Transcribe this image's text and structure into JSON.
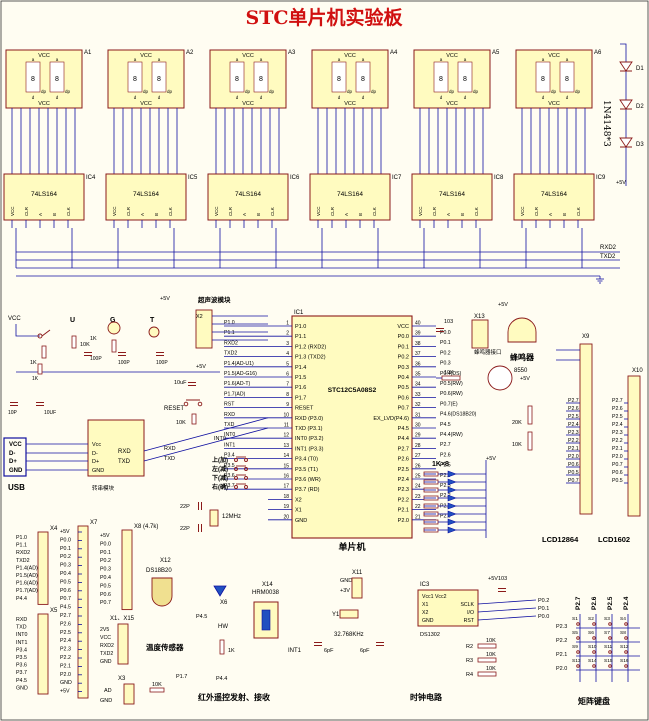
{
  "title": "STC单片机实验板",
  "colors": {
    "title": "#d01010",
    "wire": "#1010a0",
    "part": "#8b1a1a",
    "fill": "#fffbc0",
    "label": "#000000",
    "red": "#cc0000"
  },
  "displays": [
    {
      "ref": "A1",
      "driver": "IC4"
    },
    {
      "ref": "A2",
      "driver": "IC5"
    },
    {
      "ref": "A3",
      "driver": "IC6"
    },
    {
      "ref": "A4",
      "driver": "IC7"
    },
    {
      "ref": "A5",
      "driver": "IC8"
    },
    {
      "ref": "A6",
      "driver": "IC9"
    }
  ],
  "display_pins": {
    "vcc": "VCC",
    "a": "a",
    "b": "b",
    "c": "c",
    "d": "d",
    "dp": "dp",
    "digit": "8"
  },
  "driver_chip": "74LS164",
  "driver_pins": [
    "VCC",
    "CLR",
    "A",
    "B",
    "CLK"
  ],
  "diodes": {
    "part": "1N4148*3",
    "refs": [
      "D1",
      "D2",
      "D3"
    ],
    "supply": "+5V"
  },
  "bus": {
    "rxd": "RXD2",
    "txd": "TXD2"
  },
  "mcu": {
    "ref": "IC1",
    "name": "STC12C5A08S2",
    "caption": "单片机",
    "left_pins": [
      {
        "n": "1",
        "l": "P1.0"
      },
      {
        "n": "2",
        "l": "P1.1"
      },
      {
        "n": "3",
        "l": "P1.2 (RXD2)"
      },
      {
        "n": "4",
        "l": "P1.3 (TXD2)"
      },
      {
        "n": "5",
        "l": "P1.4"
      },
      {
        "n": "6",
        "l": "P1.5"
      },
      {
        "n": "7",
        "l": "P1.6"
      },
      {
        "n": "8",
        "l": "P1.7"
      },
      {
        "n": "9",
        "l": "RESET"
      },
      {
        "n": "10",
        "l": "RXD (P3.0)"
      },
      {
        "n": "11",
        "l": "TXD (P3.1)"
      },
      {
        "n": "12",
        "l": "INT0 (P3.2)"
      },
      {
        "n": "13",
        "l": "INT1 (P3.3)"
      },
      {
        "n": "14",
        "l": "P3.4 (T0)"
      },
      {
        "n": "15",
        "l": "P3.5 (T1)"
      },
      {
        "n": "16",
        "l": "P3.6 (WR)"
      },
      {
        "n": "17",
        "l": "P3.7 (RD)"
      },
      {
        "n": "18",
        "l": "X2"
      },
      {
        "n": "19",
        "l": "X1"
      },
      {
        "n": "20",
        "l": "GND"
      }
    ],
    "right_pins": [
      {
        "n": "40",
        "l": "VCC"
      },
      {
        "n": "39",
        "l": "P0.0"
      },
      {
        "n": "38",
        "l": "P0.1"
      },
      {
        "n": "37",
        "l": "P0.2"
      },
      {
        "n": "36",
        "l": "P0.3"
      },
      {
        "n": "35",
        "l": "P0.4"
      },
      {
        "n": "34",
        "l": "P0.5"
      },
      {
        "n": "33",
        "l": "P0.6"
      },
      {
        "n": "32",
        "l": "P0.7"
      },
      {
        "n": "31",
        "l": "EX_LVD(P4.6)"
      },
      {
        "n": "30",
        "l": "P4.5"
      },
      {
        "n": "29",
        "l": "P4.4"
      },
      {
        "n": "28",
        "l": "P2.7"
      },
      {
        "n": "27",
        "l": "P2.6"
      },
      {
        "n": "26",
        "l": "P2.5"
      },
      {
        "n": "25",
        "l": "P2.4"
      },
      {
        "n": "24",
        "l": "P2.3"
      },
      {
        "n": "23",
        "l": "P2.2"
      },
      {
        "n": "22",
        "l": "P2.1"
      },
      {
        "n": "21",
        "l": "P2.0"
      }
    ]
  },
  "left_nets": [
    "P1.0",
    "P1.1",
    "RXD2",
    "TXD2",
    "P1.4(AD-U1)",
    "P1.5(AD-G16)",
    "P1.6(AD-T)",
    "P1.7(AD)",
    "RST",
    "RXD",
    "TXD",
    "INT0",
    "INT1",
    "P3.4",
    "P3.5",
    "P3.6",
    "P3.7"
  ],
  "right_nets": [
    "P0.0",
    "P0.1",
    "P0.2",
    "P0.3",
    "P0.4(DS)",
    "P0.5(RW)",
    "P0.6(RW)",
    "P0.7(E)",
    "P4.6(DS18B20)",
    "P4.5",
    "P4.4(RW)",
    "P2.7",
    "P2.6",
    "P2.5",
    "P2.4",
    "P2.3",
    "P2.2",
    "P2.1",
    "P2.0"
  ],
  "ultrasonic": {
    "label": "超声波模块",
    "ref": "X2",
    "vcc": "+5V"
  },
  "sensors": {
    "vcc": "VCC",
    "u": "U",
    "g": "G",
    "t": "T",
    "r1": "1K",
    "r2": "10K",
    "r3": "1K",
    "c1": "100P",
    "c2": "100P",
    "c3": "100P"
  },
  "usb": {
    "label": "USB",
    "vcc": "VCC",
    "dm": "D-",
    "dp": "D+",
    "gnd": "GND",
    "module": "转串模块",
    "mvcc": "Vcc",
    "mdm": "D-",
    "mdp": "D+",
    "mgnd": "GND",
    "rxd": "RXD",
    "txd": "TXD",
    "c1": "10P",
    "c2": "10UF",
    "r": "1K"
  },
  "reset": {
    "label": "RESET",
    "c": "10uF",
    "r": "10K",
    "vcc": "+5V"
  },
  "int_button": "INT0",
  "keys": [
    "上(加)",
    "左(减)",
    "下(减)",
    "右(确)"
  ],
  "crystal": {
    "label": "12MHz",
    "c1": "22P",
    "c2": "22P"
  },
  "x13": {
    "ref": "X13",
    "vcc": "+5V",
    "c": "103",
    "buzzer_label": "蜂鸣器接口",
    "buzzer_caption": "蜂鸣器",
    "transistor": "8550",
    "r": "10K"
  },
  "pot": {
    "r1": "20K",
    "r2": "10K",
    "vcc": "+5V"
  },
  "led_bar": {
    "label": "1K×8",
    "vcc": "+5V"
  },
  "lcd12864": {
    "ref": "X9",
    "caption": "LCD12864",
    "pins": [
      "P2.7",
      "P2.6",
      "P2.5",
      "P2.4",
      "P2.3",
      "P2.2",
      "P2.1",
      "P2.0",
      "P0.6",
      "P0.5",
      "P0.7"
    ]
  },
  "lcd1602": {
    "ref": "X10",
    "caption": "LCD1602",
    "pins": [
      "P2.7",
      "P2.6",
      "P2.5",
      "P2.4",
      "P2.3",
      "P2.2",
      "P2.1",
      "P2.0",
      "P0.7",
      "P0.6",
      "P0.5"
    ]
  },
  "x4": {
    "ref": "X4",
    "pins": [
      "P1.0",
      "P1.1",
      "RXD2",
      "TXD2",
      "P1.4(AD)",
      "P1.5(AD)",
      "P1.6(AD)",
      "P1.7(AD)",
      "P4.4"
    ]
  },
  "x5": {
    "ref": "X5",
    "pins": [
      "RXD",
      "TXD",
      "INT0",
      "INT1",
      "P3.4",
      "P3.5",
      "P3.6",
      "P3.7",
      "P4.5",
      "GND"
    ]
  },
  "x7": {
    "ref": "X7",
    "pins": [
      "+5V",
      "P0.0",
      "P0.1",
      "P0.2",
      "P0.3",
      "P0.4",
      "P0.5",
      "P0.6",
      "P0.7",
      "P4.5",
      "P2.7",
      "P2.6",
      "P2.5",
      "P2.4",
      "P2.3",
      "P2.2",
      "P2.1",
      "P2.0",
      "GND",
      "+5V"
    ]
  },
  "x8": {
    "ref": "X8 (4.7k)",
    "pins": [
      "+5V",
      "P0.0",
      "P0.1",
      "P0.2",
      "P0.3",
      "P0.4",
      "P0.5",
      "P0.6",
      "P0.7"
    ]
  },
  "x12": {
    "ref": "X12",
    "part": "DS18B20",
    "caption": "温度传感器",
    "net": "P4.5"
  },
  "x1x15": {
    "ref": "X1、X15",
    "pins": [
      "2V5",
      "VCC",
      "RXD2",
      "TXD2",
      "GND"
    ]
  },
  "x3": {
    "ref": "X3",
    "pins": [
      "AD",
      "GND"
    ],
    "r": "10K",
    "net": "P1.7"
  },
  "ir": {
    "led": "X6",
    "led_caption": "HW",
    "receiver": "X14",
    "part": "HRM0038",
    "r": "1K",
    "net": "P4.4",
    "int": "INT1",
    "caption": "红外遥控发射、接收"
  },
  "clock": {
    "ref": "IC3",
    "part": "DS1302",
    "caption": "时钟电路",
    "xtal_ref": "Y1",
    "xtal": "32.768KHz",
    "c1": "6pF",
    "c2": "6pF",
    "x11": "X11",
    "cap": "103",
    "gnd": "GND",
    "v3": "+3V",
    "vcc": "+5V",
    "pins_left": [
      "Vcc1 Vcc2",
      "X1",
      "X2",
      "GND"
    ],
    "pins_right": [
      "SCLK",
      "I/O",
      "RST"
    ],
    "nets": [
      "P0.2",
      "P0.1",
      "P0.0"
    ],
    "rs": [
      "10K",
      "10K",
      "10K"
    ],
    "r_refs": [
      "R2",
      "R3",
      "R4"
    ]
  },
  "keypad": {
    "caption": "矩阵键盘",
    "cols": [
      "P2.7",
      "P2.6",
      "P2.5",
      "P2.4"
    ],
    "rows": [
      "P2.3",
      "P2.2",
      "P2.1",
      "P2.0"
    ],
    "switches": [
      "S1",
      "S2",
      "S3",
      "S4",
      "S5",
      "S6",
      "S7",
      "S8",
      "S9",
      "S10",
      "S11",
      "S12",
      "S13",
      "S14",
      "S15",
      "S16"
    ]
  }
}
